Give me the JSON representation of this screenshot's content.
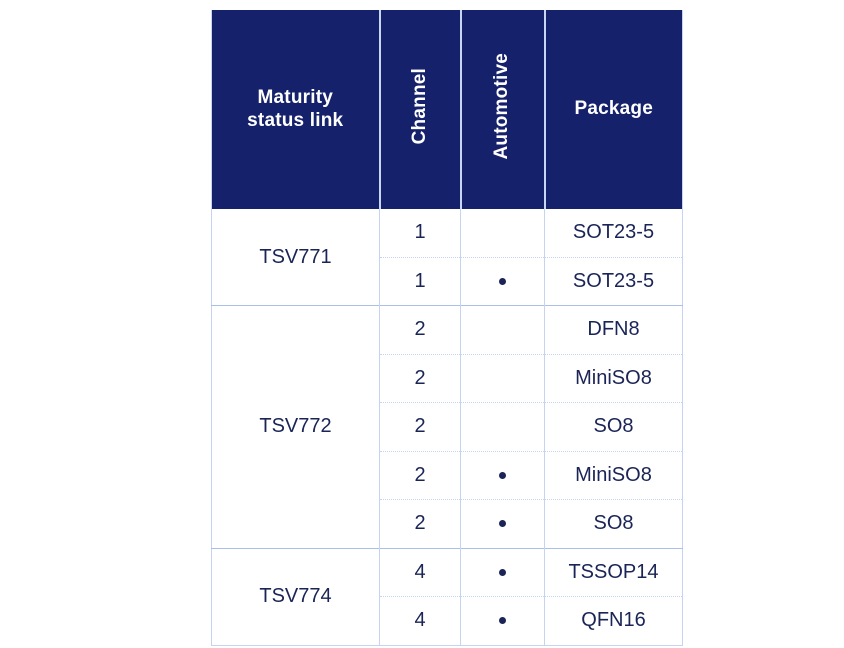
{
  "table": {
    "columns": [
      {
        "id": "maturity_status_link",
        "label": "Maturity\nstatus link",
        "orientation": "horizontal"
      },
      {
        "id": "channel",
        "label": "Channel",
        "orientation": "vertical"
      },
      {
        "id": "automotive",
        "label": "Automotive",
        "orientation": "vertical"
      },
      {
        "id": "package",
        "label": "Package",
        "orientation": "horizontal"
      }
    ],
    "colors": {
      "header_background": "#16216b",
      "header_text": "#ffffff",
      "body_text": "#1a2456",
      "link_text": "#1783b6",
      "grid_line": "#c5d4f0",
      "group_line": "#a8c0ea",
      "page_background": "#ffffff"
    },
    "groups": [
      {
        "product": "TSV771",
        "rows": [
          {
            "channel": "1",
            "automotive": "",
            "package": "SOT23-5"
          },
          {
            "channel": "1",
            "automotive": "•",
            "package": "SOT23-5"
          }
        ]
      },
      {
        "product": "TSV772",
        "rows": [
          {
            "channel": "2",
            "automotive": "",
            "package": "DFN8"
          },
          {
            "channel": "2",
            "automotive": "",
            "package": "MiniSO8"
          },
          {
            "channel": "2",
            "automotive": "",
            "package": "SO8"
          },
          {
            "channel": "2",
            "automotive": "•",
            "package": "MiniSO8"
          },
          {
            "channel": "2",
            "automotive": "•",
            "package": "SO8"
          }
        ]
      },
      {
        "product": "TSV774",
        "rows": [
          {
            "channel": "4",
            "automotive": "•",
            "package": "TSSOP14"
          },
          {
            "channel": "4",
            "automotive": "•",
            "package": "QFN16"
          }
        ]
      }
    ]
  }
}
